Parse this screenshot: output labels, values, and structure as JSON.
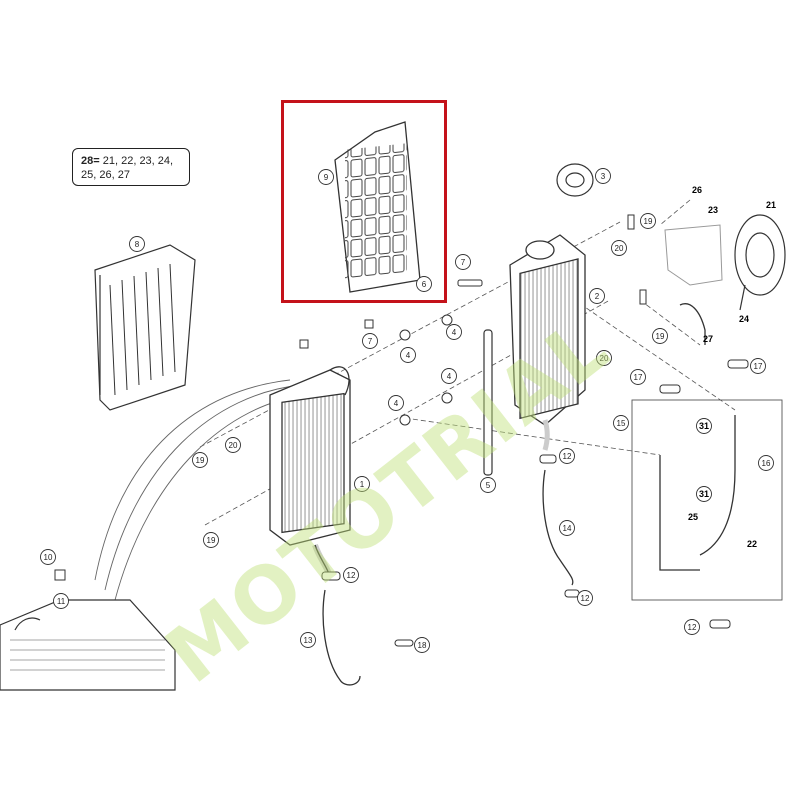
{
  "legend": {
    "key": "28",
    "eq": "=",
    "line1": " 21, 22, 23, 24,",
    "line2": "25, 26, 27"
  },
  "watermark": {
    "text": "MOTOTRIAL"
  },
  "callouts": [
    {
      "id": "c1",
      "text": "1"
    },
    {
      "id": "c2",
      "text": "2"
    },
    {
      "id": "c3",
      "text": "3"
    },
    {
      "id": "c4a",
      "text": "4"
    },
    {
      "id": "c4b",
      "text": "4"
    },
    {
      "id": "c4c",
      "text": "4"
    },
    {
      "id": "c4d",
      "text": "4"
    },
    {
      "id": "c5",
      "text": "5"
    },
    {
      "id": "c6",
      "text": "6"
    },
    {
      "id": "c7a",
      "text": "7"
    },
    {
      "id": "c7b",
      "text": "7"
    },
    {
      "id": "c8",
      "text": "8"
    },
    {
      "id": "c9",
      "text": "9"
    },
    {
      "id": "c10",
      "text": "10"
    },
    {
      "id": "c11",
      "text": "11"
    },
    {
      "id": "c12a",
      "text": "12"
    },
    {
      "id": "c12b",
      "text": "12"
    },
    {
      "id": "c12c",
      "text": "12"
    },
    {
      "id": "c12d",
      "text": "12"
    },
    {
      "id": "c13",
      "text": "13"
    },
    {
      "id": "c14",
      "text": "14"
    },
    {
      "id": "c15",
      "text": "15"
    },
    {
      "id": "c16",
      "text": "16"
    },
    {
      "id": "c17a",
      "text": "17"
    },
    {
      "id": "c17b",
      "text": "17"
    },
    {
      "id": "c18",
      "text": "18"
    },
    {
      "id": "c19a",
      "text": "19"
    },
    {
      "id": "c19b",
      "text": "19"
    },
    {
      "id": "c19c",
      "text": "19"
    },
    {
      "id": "c19d",
      "text": "19"
    },
    {
      "id": "c20a",
      "text": "20"
    },
    {
      "id": "c20b",
      "text": "20"
    },
    {
      "id": "c20c",
      "text": "20"
    },
    {
      "id": "c31a",
      "text": "31"
    },
    {
      "id": "c31b",
      "text": "31"
    }
  ],
  "plain_labels": [
    {
      "id": "l21",
      "text": "21"
    },
    {
      "id": "l22",
      "text": "22"
    },
    {
      "id": "l23",
      "text": "23"
    },
    {
      "id": "l24",
      "text": "24"
    },
    {
      "id": "l25",
      "text": "25"
    },
    {
      "id": "l26",
      "text": "26"
    },
    {
      "id": "l27",
      "text": "27"
    }
  ],
  "colors": {
    "highlight": "#c4121a",
    "line": "#333333",
    "watermark": "#bfe178"
  }
}
